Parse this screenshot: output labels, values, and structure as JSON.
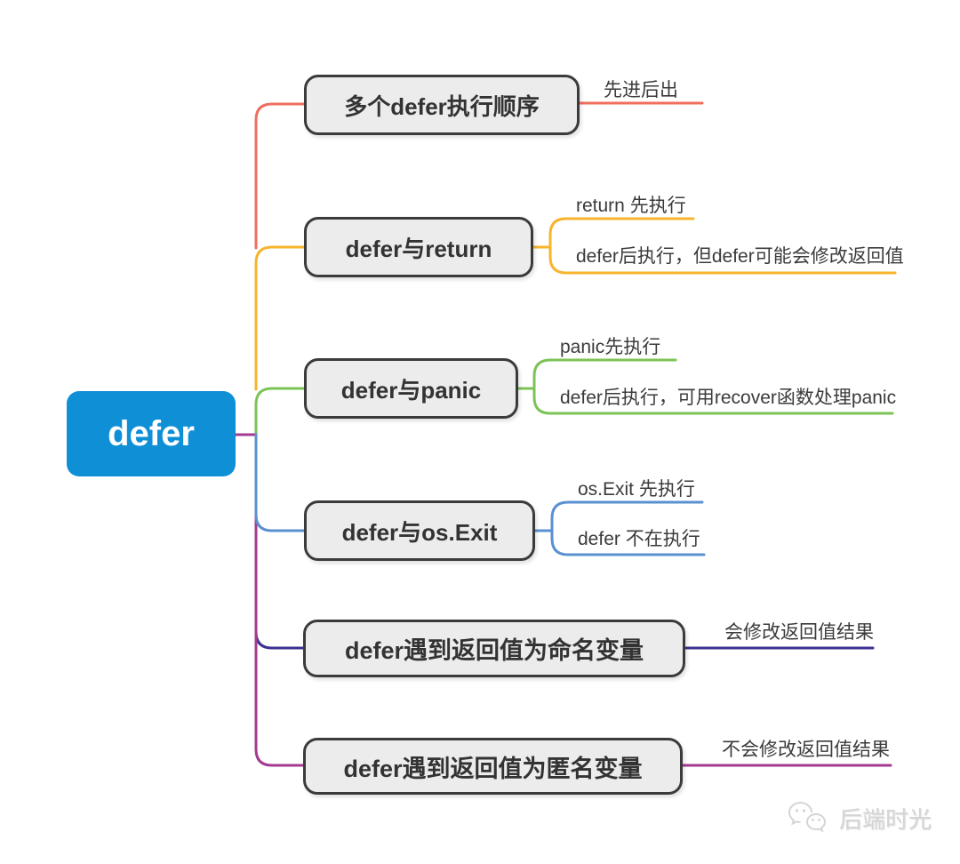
{
  "root": {
    "label": "defer",
    "color": "#0e8fd6"
  },
  "branches": [
    {
      "topic": "多个defer执行顺序",
      "color": "#ef6e5e",
      "leaves": [
        "先进后出"
      ]
    },
    {
      "topic": "defer与return",
      "color": "#f7b42c",
      "leaves": [
        "return 先执行",
        "defer后执行，但defer可能会修改返回值"
      ]
    },
    {
      "topic": "defer与panic",
      "color": "#7cc356",
      "leaves": [
        "panic先执行",
        "defer后执行，可用recover函数处理panic"
      ]
    },
    {
      "topic": "defer与os.Exit",
      "color": "#5a90d2",
      "leaves": [
        "os.Exit 先执行",
        "defer 不在执行"
      ]
    },
    {
      "topic": "defer遇到返回值为命名变量",
      "color": "#3b3191",
      "leaves": [
        "会修改返回值结果"
      ]
    },
    {
      "topic": "defer遇到返回值为匿名变量",
      "color": "#a43a90",
      "leaves": [
        "不会修改返回值结果"
      ]
    }
  ],
  "watermark": {
    "text": "后端时光",
    "icon": "wechat-icon"
  }
}
